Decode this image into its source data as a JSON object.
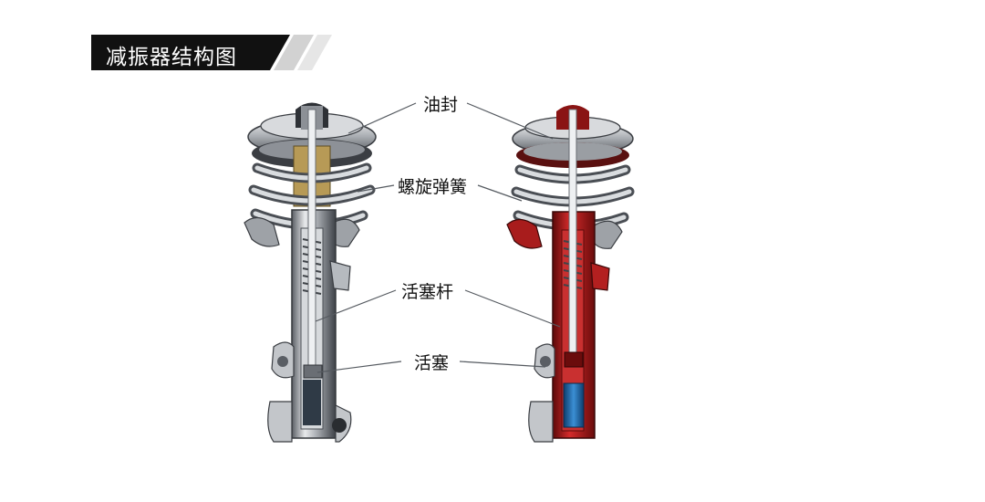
{
  "header": {
    "title": "减振器结构图"
  },
  "labels": {
    "oil_seal": "油封",
    "coil_spring": "螺旋弹簧",
    "piston_rod": "活塞杆",
    "piston": "活塞"
  },
  "colors": {
    "banner": "#111111",
    "banner_stripe": "#c9c9c9",
    "metal": "#b9bdc2",
    "metal_dark": "#4a4e54",
    "oil_red": "#b01818",
    "oil_blue": "#1f6fb0",
    "spring_brass": "#b79a56"
  }
}
